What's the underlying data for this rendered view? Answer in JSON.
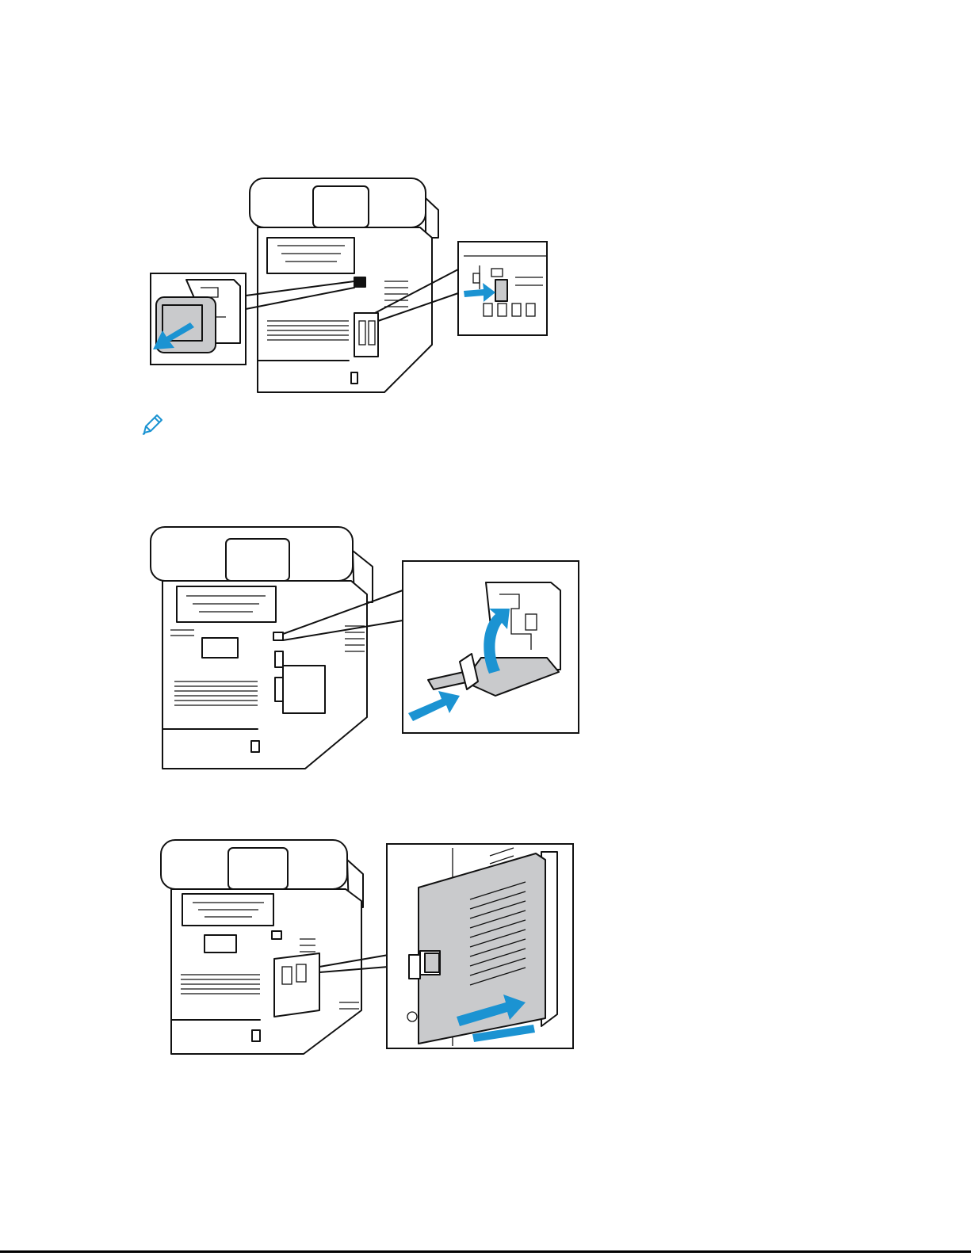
{
  "colors": {
    "accent": "#1b93d2",
    "ink": "#111111",
    "panel": "#c9cacc",
    "page_bg": "#ffffff"
  },
  "icons": {
    "note": "pencil-note-icon",
    "arrows": [
      "pull-out-arrow-icon",
      "push-in-arrow-icon",
      "rotate-up-arrow-icon",
      "slide-on-arrow-icon"
    ]
  },
  "figures": [
    {
      "name": "printer-rear-remove-port-cover",
      "callouts": [
        "port-cover-removed",
        "latch-pressed"
      ]
    },
    {
      "name": "printer-rear-install-stand-bracket",
      "callouts": [
        "bracket-pushed-and-rotated"
      ]
    },
    {
      "name": "printer-rear-attach-side-cover",
      "callouts": [
        "cover-slid-into-place"
      ]
    }
  ]
}
